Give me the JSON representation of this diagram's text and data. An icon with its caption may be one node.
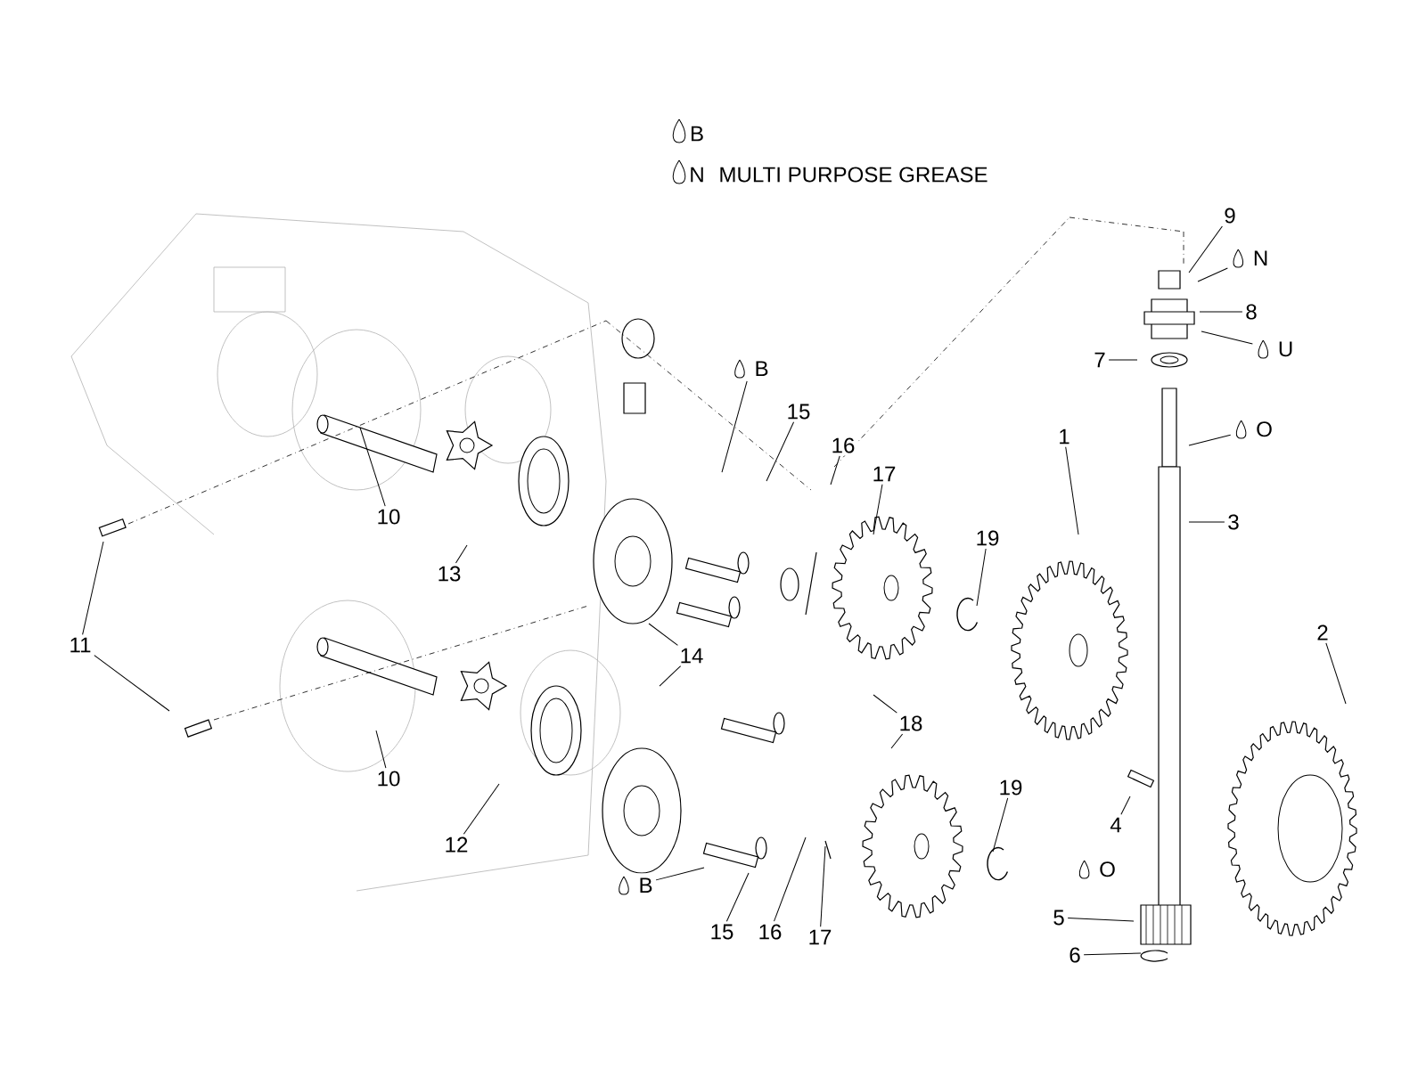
{
  "diagram": {
    "nodes": [
      {
        "text": [
          "1"
        ]
      },
      {
        "text": [
          "2"
        ]
      },
      {
        "text": [
          "3"
        ]
      },
      {
        "text": [
          "4"
        ]
      },
      {
        "text": [
          "5"
        ]
      },
      {
        "text": [
          "6"
        ]
      },
      {
        "text": [
          "7"
        ]
      },
      {
        "text": [
          "8"
        ]
      },
      {
        "text": [
          "9"
        ]
      },
      {
        "text": [
          "10"
        ]
      },
      {
        "text": [
          "10"
        ]
      },
      {
        "text": [
          "11"
        ]
      },
      {
        "text": [
          "12"
        ]
      },
      {
        "text": [
          "13"
        ]
      },
      {
        "text": [
          "14"
        ]
      },
      {
        "text": [
          "15"
        ]
      },
      {
        "text": [
          "16"
        ]
      },
      {
        "text": [
          "17"
        ]
      },
      {
        "text": [
          "18"
        ]
      },
      {
        "text": [
          "19"
        ]
      },
      {
        "text": [
          "15"
        ]
      },
      {
        "text": [
          "16"
        ]
      },
      {
        "text": [
          "17"
        ]
      },
      {
        "text": [
          "19"
        ]
      },
      {
        "text": [
          "N"
        ]
      },
      {
        "text": [
          "U"
        ]
      },
      {
        "text": [
          "O"
        ]
      },
      {
        "text": [
          "B"
        ]
      },
      {
        "text": [
          "B"
        ]
      },
      {
        "text": [
          "O"
        ]
      }
    ],
    "edges": [
      {
        "from": 0,
        "to": null,
        "arrow": "none"
      },
      {
        "from": 1,
        "to": null,
        "arrow": "none"
      },
      {
        "from": 2,
        "to": null,
        "arrow": "none"
      },
      {
        "from": 3,
        "to": null,
        "arrow": "none"
      },
      {
        "from": 4,
        "to": null,
        "arrow": "none"
      },
      {
        "from": 5,
        "to": null,
        "arrow": "none"
      },
      {
        "from": 6,
        "to": null,
        "arrow": "none"
      },
      {
        "from": 7,
        "to": null,
        "arrow": "none"
      },
      {
        "from": 8,
        "to": null,
        "arrow": "none"
      },
      {
        "from": 9,
        "to": null,
        "arrow": "none"
      },
      {
        "from": 10,
        "to": null,
        "arrow": "none"
      },
      {
        "from": 11,
        "to": null,
        "arrow": "none"
      },
      {
        "from": 11,
        "to": null,
        "arrow": "none"
      },
      {
        "from": 12,
        "to": null,
        "arrow": "none"
      },
      {
        "from": 13,
        "to": null,
        "arrow": "none"
      },
      {
        "from": 14,
        "to": null,
        "arrow": "none"
      },
      {
        "from": 14,
        "to": null,
        "arrow": "none"
      },
      {
        "from": 15,
        "to": null,
        "arrow": "none"
      },
      {
        "from": 16,
        "to": null,
        "arrow": "none"
      },
      {
        "from": 17,
        "to": null,
        "arrow": "none"
      },
      {
        "from": 18,
        "to": null,
        "arrow": "none"
      },
      {
        "from": 18,
        "to": null,
        "arrow": "none"
      },
      {
        "from": 19,
        "to": null,
        "arrow": "none"
      },
      {
        "from": 20,
        "to": null,
        "arrow": "none"
      },
      {
        "from": 21,
        "to": null,
        "arrow": "none"
      },
      {
        "from": 22,
        "to": null,
        "arrow": "none"
      },
      {
        "from": 23,
        "to": null,
        "arrow": "none"
      },
      {
        "from": 24,
        "to": null,
        "arrow": "none"
      },
      {
        "from": 25,
        "to": null,
        "arrow": "none"
      },
      {
        "from": 26,
        "to": null,
        "arrow": "none"
      },
      {
        "from": 27,
        "to": null,
        "arrow": "none"
      },
      {
        "from": 28,
        "to": null,
        "arrow": "none"
      }
    ],
    "labels": [
      "B",
      "N",
      "MULTI PURPOSE GREASE"
    ]
  }
}
